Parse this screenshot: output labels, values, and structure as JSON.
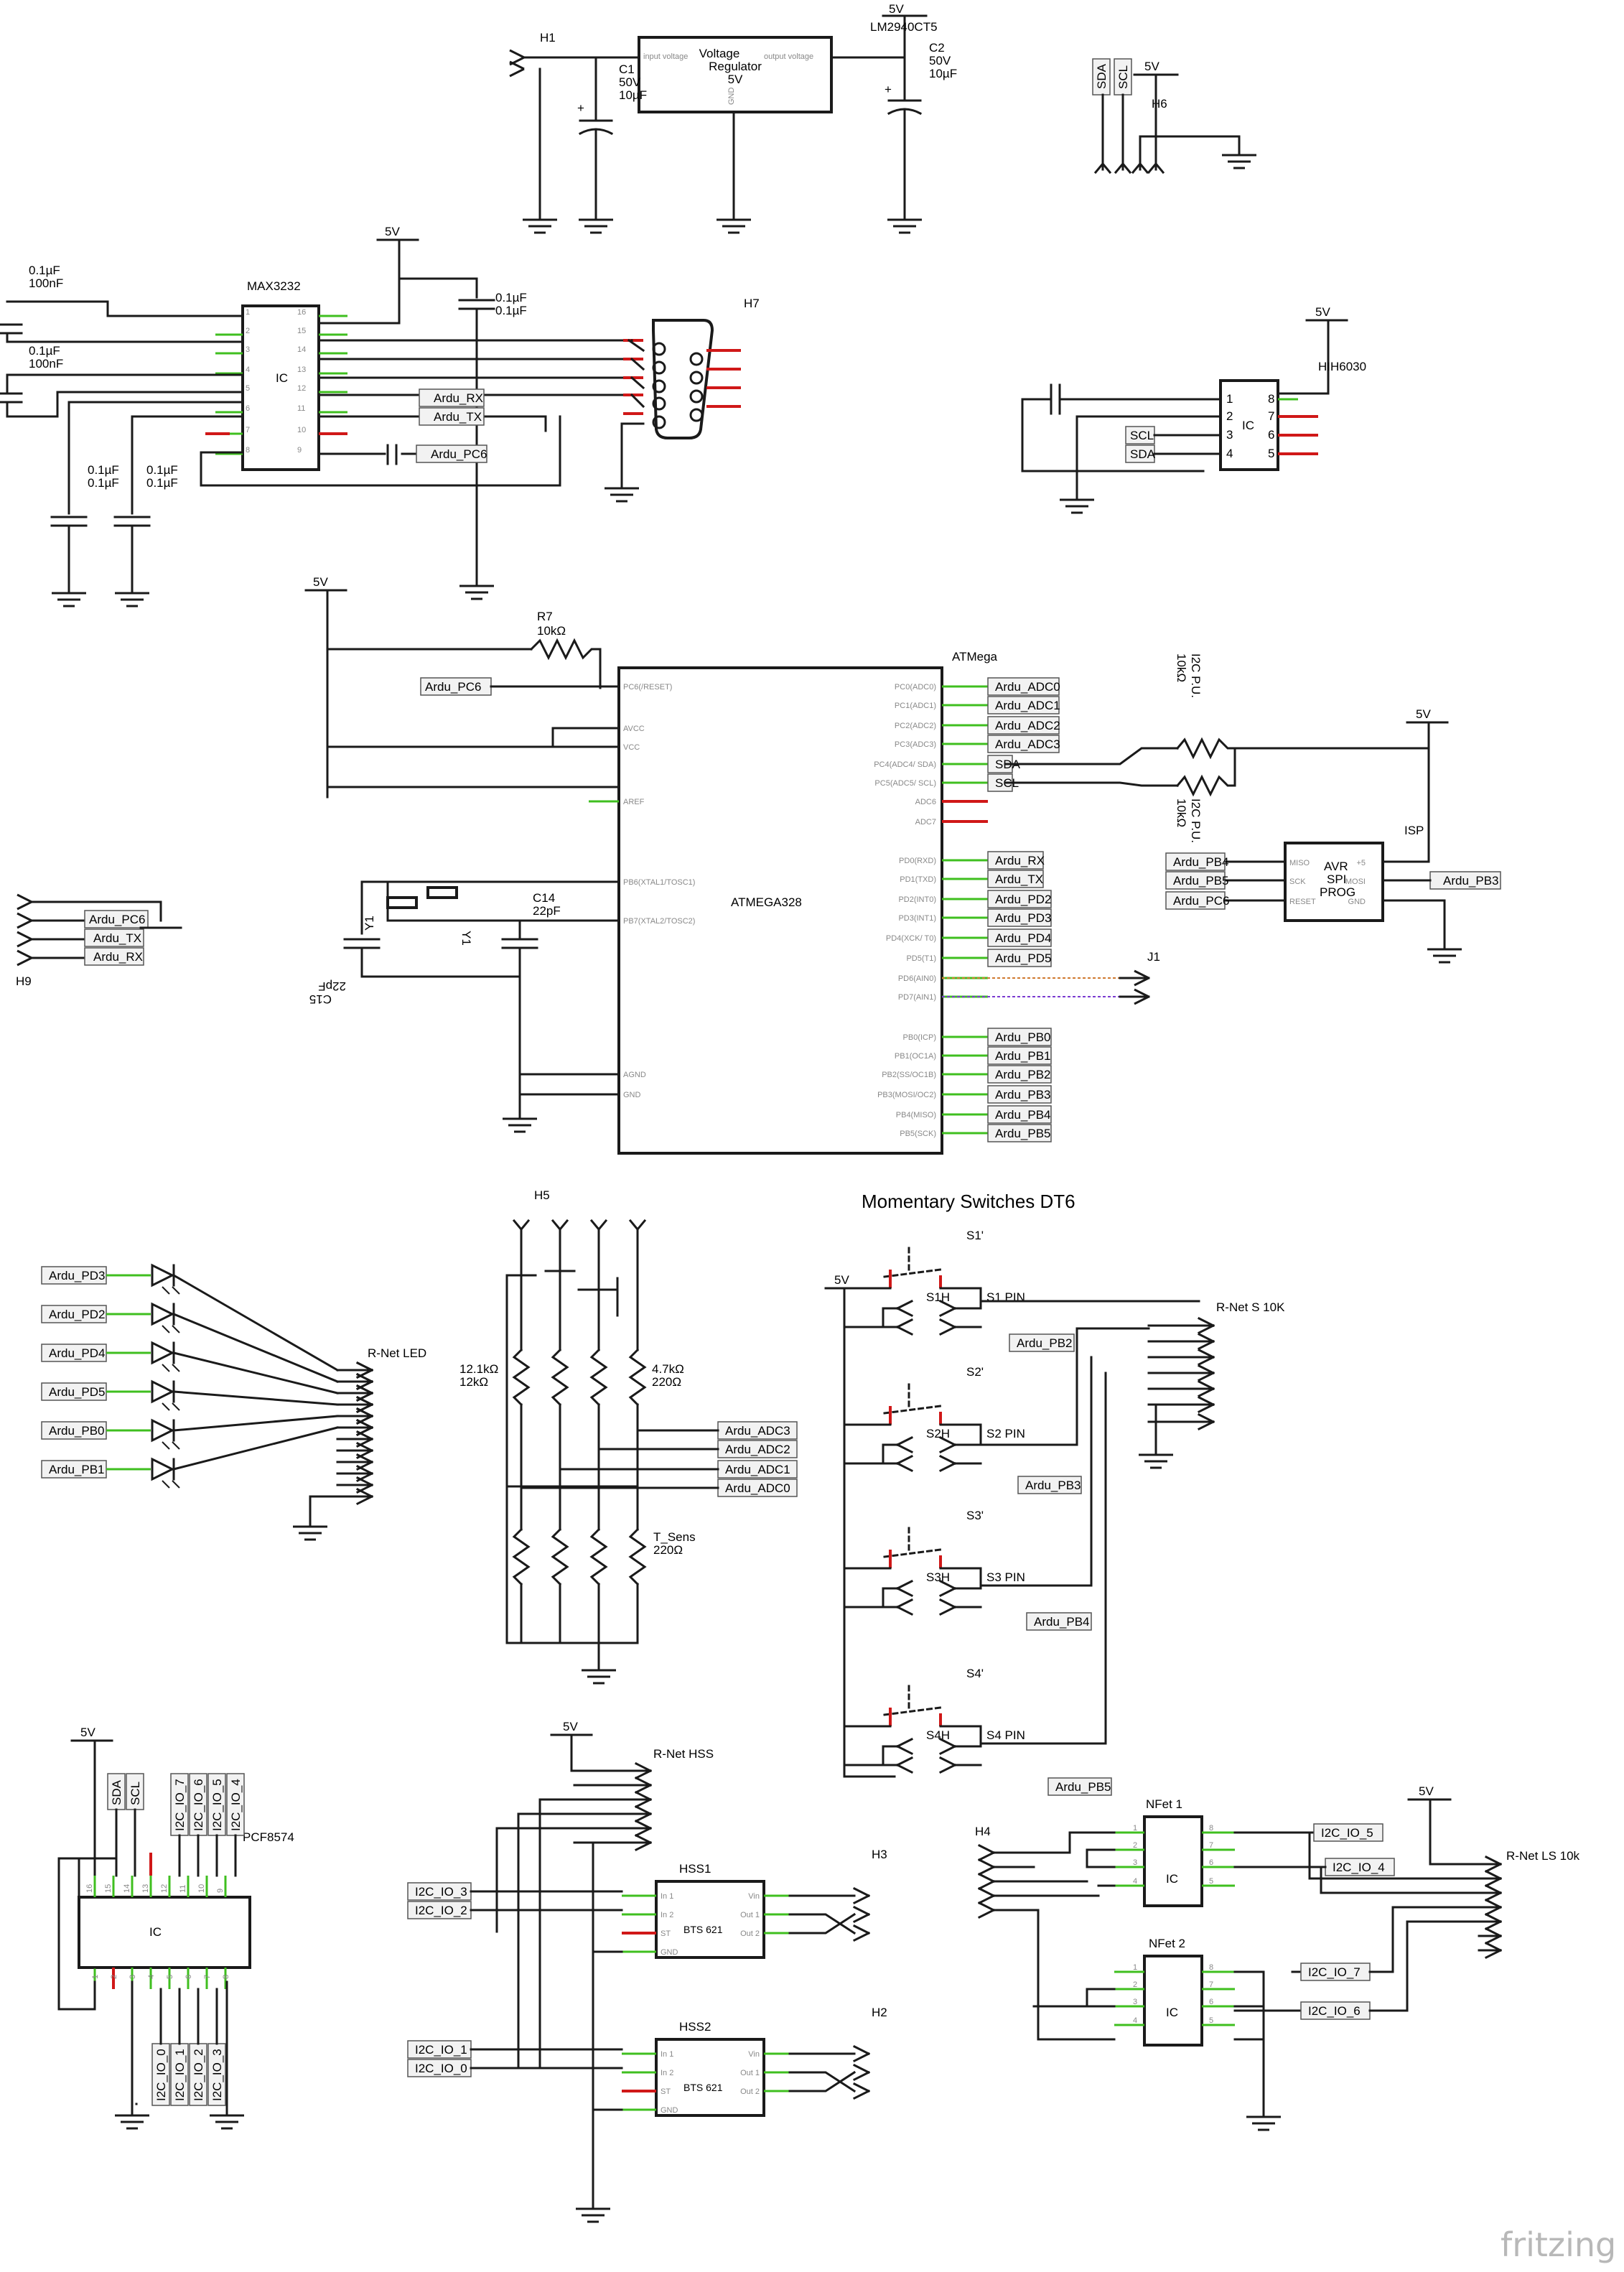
{
  "regulator": {
    "ref": "H1",
    "part": "LM2940CT5",
    "vout": "5V",
    "in_pin": "input voltage",
    "out_pin": "output voltage",
    "gnd_pin": "GND",
    "body": [
      "Voltage",
      "Regulator",
      "5V"
    ],
    "c1": [
      "C1",
      "50V",
      "10µF"
    ],
    "c2": [
      "C2",
      "50V",
      "10µF"
    ]
  },
  "max": {
    "name": "MAX3232",
    "ic": "IC",
    "rail": "5V",
    "cap_a": [
      "0.1µF",
      "100nF"
    ],
    "cap_b": [
      "0.1µF",
      "100nF"
    ],
    "cap_c": [
      "0.1µF",
      "0.1µF"
    ],
    "cap_d": [
      "0.1µF",
      "0.1µF"
    ],
    "cap_e": [
      "0.1µF",
      "0.1µF"
    ],
    "rx": "Ardu_RX",
    "tx": "Ardu_TX",
    "pc6": "Ardu_PC6",
    "db9": "H7",
    "pins_l": [
      "1",
      "2",
      "3",
      "4",
      "5",
      "6",
      "7",
      "8"
    ],
    "pins_r": [
      "16",
      "15",
      "14",
      "13",
      "12",
      "11",
      "10",
      "9"
    ]
  },
  "i2c_header": {
    "ref": "H6",
    "rail": "5V",
    "sda": "SDA",
    "scl": "SCL"
  },
  "hih": {
    "name": "HIH6030",
    "rail": "5V",
    "ic": "IC",
    "scl": "SCL",
    "sda": "SDA",
    "pins_l": [
      "1",
      "2",
      "3",
      "4"
    ],
    "pins_r": [
      "8",
      "7",
      "6",
      "5"
    ]
  },
  "mcu": {
    "title": "ATMega",
    "chip": "ATMEGA328",
    "rail": "5V",
    "r7": [
      "R7",
      "10kΩ"
    ],
    "reset_tag": "Ardu_PC6",
    "left_pins": [
      "PC6(/RESET)",
      "AVCC",
      "VCC",
      "AREF",
      "PB6(XTAL1/TOSC1)",
      "PB7(XTAL2/TOSC2)",
      "AGND",
      "GND"
    ],
    "right_pins": [
      "PC0(ADC0)",
      "PC1(ADC1)",
      "PC2(ADC2)",
      "PC3(ADC3)",
      "PC4(ADC4/ SDA)",
      "PC5(ADC5/ SCL)",
      "ADC6",
      "ADC7",
      "PD0(RXD)",
      "PD1(TXD)",
      "PD2(INT0)",
      "PD3(INT1)",
      "PD4(XCK/ T0)",
      "PD5(T1)",
      "PD6(AIN0)",
      "PD7(AIN1)",
      "PB0(ICP)",
      "PB1(OC1A)",
      "PB2(SS/OC1B)",
      "PB3(MOSI/OC2)",
      "PB4(MISO)",
      "PB5(SCK)"
    ],
    "right_tags": [
      "Ardu_ADC0",
      "Ardu_ADC1",
      "Ardu_ADC2",
      "Ardu_ADC3",
      "SDA",
      "SCL",
      "",
      "",
      "Ardu_RX",
      "Ardu_TX",
      "Ardu_PD2",
      "Ardu_PD3",
      "Ardu_PD4",
      "Ardu_PD5",
      "",
      "",
      "Ardu_PB0",
      "Ardu_PB1",
      "Ardu_PB2",
      "Ardu_PB3",
      "Ardu_PB4",
      "Ardu_PB5"
    ],
    "c14": [
      "C14",
      "22pF"
    ],
    "c15": [
      "C15",
      "22pF"
    ],
    "xtal": [
      "Y1",
      "Y1"
    ],
    "j1": "J1",
    "pullup_a": [
      "I2C P.U.",
      "10kΩ"
    ],
    "pullup_b": [
      "I2C P.U.",
      "10kΩ"
    ]
  },
  "isp": {
    "label": "ISP",
    "rail": "5V",
    "body": [
      "AVR",
      "SPI",
      "PROG"
    ],
    "pins_l": [
      "MISO",
      "SCK",
      "RESET"
    ],
    "pins_r": [
      "+5",
      "MOSI",
      "GND"
    ],
    "tags_l": [
      "Ardu_PB4",
      "Ardu_PB5",
      "Ardu_PC6"
    ],
    "tag_r": "Ardu_PB3"
  },
  "h9": {
    "ref": "H9",
    "tags": [
      "Ardu_PC6",
      "Ardu_TX",
      "Ardu_RX"
    ]
  },
  "leds": {
    "connector": "R-Net LED",
    "tags": [
      "Ardu_PD3",
      "Ardu_PD2",
      "Ardu_PD4",
      "Ardu_PD5",
      "Ardu_PB0",
      "Ardu_PB1"
    ]
  },
  "sensors": {
    "ref": "H5",
    "r_top_l": [
      "12.1kΩ",
      "12kΩ"
    ],
    "r_top_r": [
      "4.7kΩ",
      "220Ω"
    ],
    "t_sens": [
      "T_Sens",
      "220Ω"
    ],
    "tags": [
      "Ardu_ADC3",
      "Ardu_ADC2",
      "Ardu_ADC1",
      "Ardu_ADC0"
    ]
  },
  "switches": {
    "title": "Momentary Switches DT6",
    "rail": "5V",
    "connector": "R-Net S 10K",
    "s": [
      {
        "top": "S1'",
        "h": "S1H",
        "pin": "S1 PIN",
        "tag": "Ardu_PB2"
      },
      {
        "top": "S2'",
        "h": "S2H",
        "pin": "S2 PIN",
        "tag": "Ardu_PB3"
      },
      {
        "top": "S3'",
        "h": "S3H",
        "pin": "S3 PIN",
        "tag": "Ardu_PB4"
      },
      {
        "top": "S4'",
        "h": "S4H",
        "pin": "S4 PIN",
        "tag": "Ardu_PB5"
      }
    ]
  },
  "pcf": {
    "name": "PCF8574",
    "rail": "5V",
    "ic": "IC",
    "top_tags": [
      "SDA",
      "SCL",
      "I2C_IO_7",
      "I2C_IO_6",
      "I2C_IO_5",
      "I2C_IO_4"
    ],
    "bot_tags": [
      "I2C_IO_0",
      "I2C_IO_1",
      "I2C_IO_2",
      "I2C_IO_3"
    ],
    "pins_top": [
      "16",
      "15",
      "14",
      "13",
      "12",
      "11",
      "10",
      "9"
    ],
    "pins_bot": [
      "1",
      "2",
      "3",
      "4",
      "5",
      "6",
      "7",
      "8"
    ]
  },
  "hss": {
    "connector": "R-Net HSS",
    "rail": "5V",
    "hss1": {
      "name": "HSS1",
      "chip": "BTS 621",
      "out": "H3",
      "tags": [
        "I2C_IO_3",
        "I2C_IO_2"
      ]
    },
    "hss2": {
      "name": "HSS2",
      "chip": "BTS 621",
      "out": "H2",
      "tags": [
        "I2C_IO_1",
        "I2C_IO_0"
      ]
    },
    "pins_l": [
      "In 1",
      "In 2",
      "ST",
      "GND"
    ],
    "pins_r": [
      "Vin",
      "Out 1",
      "Out 2"
    ]
  },
  "nfet": {
    "header": "H4",
    "rail": "5V",
    "connector": "R-Net LS 10k",
    "n1": "NFet 1",
    "n2": "NFet 2",
    "ic": "IC",
    "tags1": [
      "I2C_IO_5",
      "I2C_IO_4"
    ],
    "tags2": [
      "I2C_IO_7",
      "I2C_IO_6"
    ]
  },
  "brand": "fritzing"
}
